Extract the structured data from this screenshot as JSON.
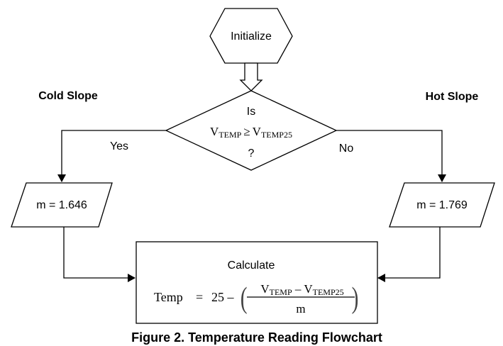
{
  "nodes": {
    "initialize": {
      "label": "Initialize"
    },
    "decision": {
      "line1": "Is",
      "v_left": "V",
      "sub_left": "TEMP",
      "op": "≥",
      "v_right": "V",
      "sub_right": "TEMP25",
      "line3": "?"
    },
    "cold_slope": {
      "heading": "Cold Slope",
      "value": "m = 1.646"
    },
    "hot_slope": {
      "heading": "Hot Slope",
      "value": "m = 1.769"
    },
    "calculate": {
      "label": "Calculate",
      "lhs": "Temp",
      "equals": "=",
      "const": "25 –",
      "num_v1": "V",
      "num_sub1": "TEMP",
      "num_minus": " – ",
      "num_v2": "V",
      "num_sub2": "TEMP25",
      "denominator": "m",
      "paren_open": "(",
      "paren_close": ")"
    }
  },
  "edges": {
    "yes_label": "Yes",
    "no_label": "No"
  },
  "caption": "Figure 2. Temperature Reading Flowchart"
}
